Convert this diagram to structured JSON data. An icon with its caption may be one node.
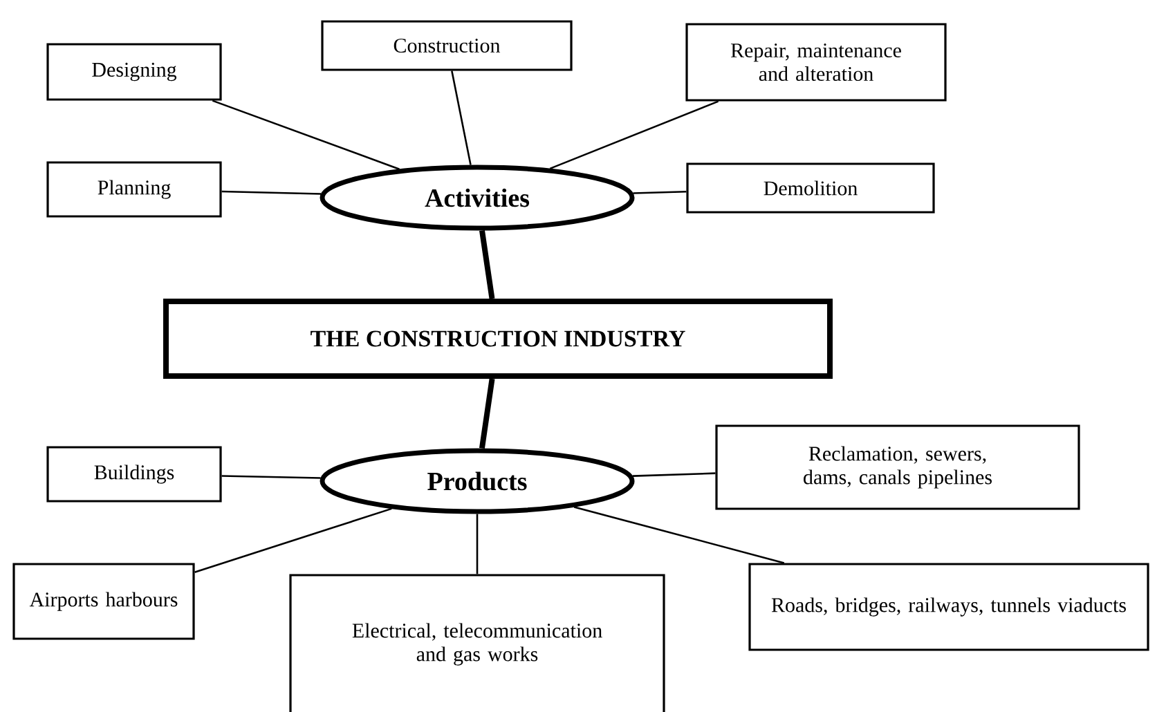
{
  "diagram": {
    "nodes": [
      {
        "text": [
          "Designing"
        ]
      },
      {
        "text": [
          "Construction"
        ]
      },
      {
        "text": [
          "Repair, maintenance and alteration"
        ]
      },
      {
        "text": [
          "Planning"
        ]
      },
      {
        "text": [
          "Activities"
        ]
      },
      {
        "text": [
          "Demolition"
        ]
      },
      {
        "text": [
          "THE CONSTRUCTION INDUSTRY"
        ]
      },
      {
        "text": [
          "Buildings"
        ]
      },
      {
        "text": [
          "Products"
        ]
      },
      {
        "text": [
          "Reclamation, sewers, dams, canals pipelines"
        ]
      },
      {
        "text": [
          "Airports harbours"
        ]
      },
      {
        "text": [
          "Electrical, telecommunication and gas works"
        ]
      },
      {
        "text": [
          "Roads, bridges, railways, tunnels viaducts"
        ]
      }
    ],
    "edges": [
      {
        "from": 0,
        "to": 4,
        "arrow": "none"
      },
      {
        "from": 1,
        "to": 4,
        "arrow": "none"
      },
      {
        "from": 2,
        "to": 4,
        "arrow": "none"
      },
      {
        "from": 3,
        "to": 4,
        "arrow": "none"
      },
      {
        "from": 5,
        "to": 4,
        "arrow": "none"
      },
      {
        "from": 4,
        "to": 6,
        "arrow": "none",
        "style": "thick"
      },
      {
        "from": 6,
        "to": 8,
        "arrow": "none",
        "style": "thick"
      },
      {
        "from": 7,
        "to": 8,
        "arrow": "none"
      },
      {
        "from": 9,
        "to": 8,
        "arrow": "none"
      },
      {
        "from": 10,
        "to": 8,
        "arrow": "none"
      },
      {
        "from": 11,
        "to": 8,
        "arrow": "none"
      },
      {
        "from": 12,
        "to": 8,
        "arrow": "none"
      }
    ]
  }
}
